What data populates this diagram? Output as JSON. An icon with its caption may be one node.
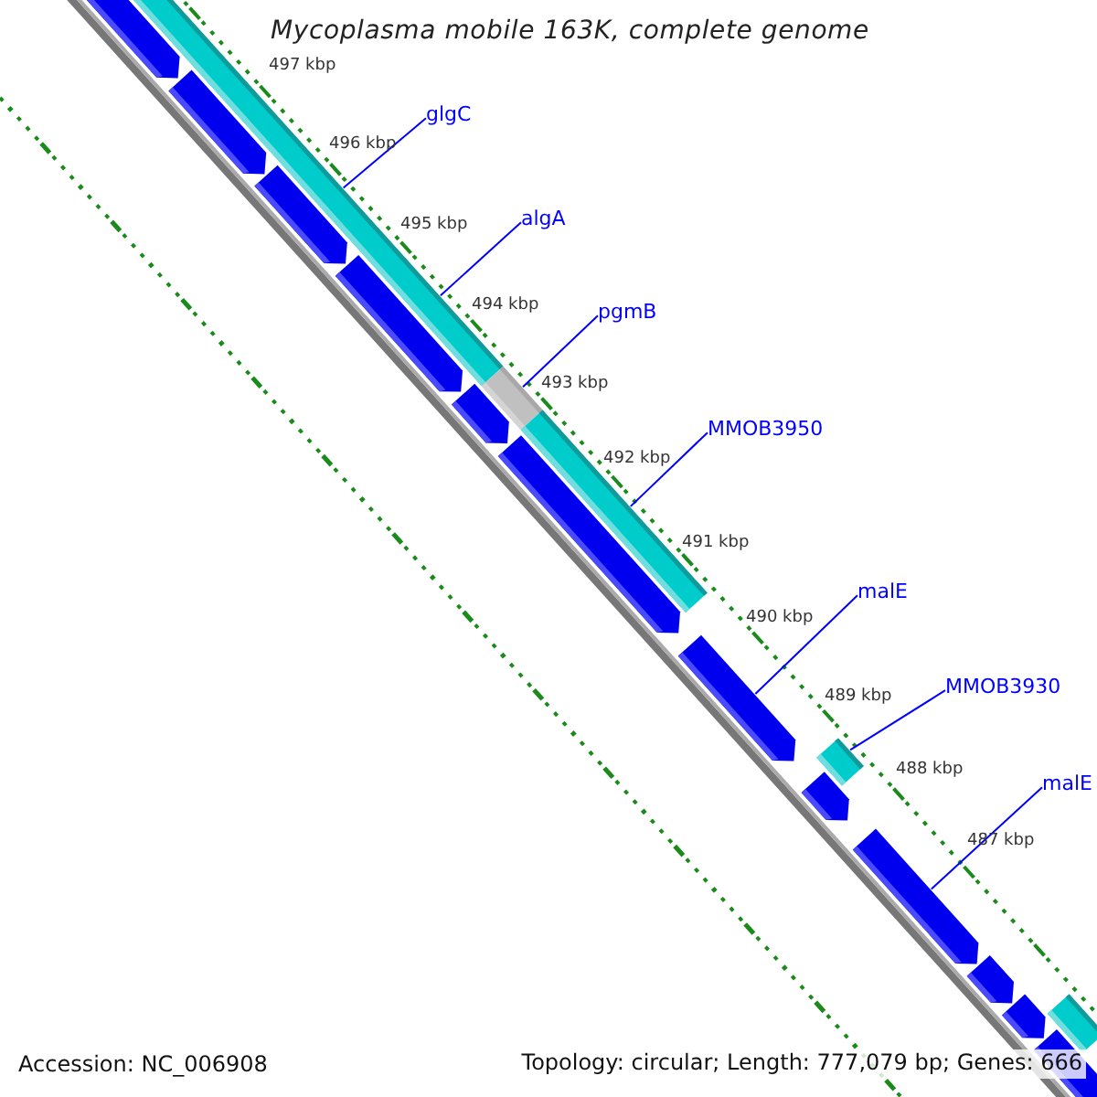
{
  "diagram": {
    "title": "Mycoplasma mobile 163K, complete genome",
    "nodes": [
      {
        "text": [
          "glgC"
        ]
      },
      {
        "text": [
          "algA"
        ]
      },
      {
        "text": [
          "pgmB"
        ]
      },
      {
        "text": [
          "MMOB3950"
        ]
      },
      {
        "text": [
          "malE"
        ]
      },
      {
        "text": [
          "MMOB3930"
        ]
      },
      {
        "text": [
          "malE"
        ]
      },
      {
        "text": [],
        "shape": "pentagon"
      },
      {
        "text": [],
        "shape": "bar"
      },
      {
        "text": [],
        "shape": "pentagon"
      },
      {
        "text": [],
        "shape": "pentagon"
      },
      {
        "text": [],
        "shape": "pentagon"
      },
      {
        "text": [],
        "shape": "pentagon"
      },
      {
        "text": [],
        "shape": "bar"
      },
      {
        "text": [],
        "shape": "bar"
      },
      {
        "text": [],
        "shape": "pentagon"
      },
      {
        "text": [],
        "shape": "pentagon"
      },
      {
        "text": [],
        "shape": "bar"
      },
      {
        "text": [],
        "shape": "pentagon"
      },
      {
        "text": [],
        "shape": "pentagon"
      },
      {
        "text": [],
        "shape": "pentagon"
      },
      {
        "text": [],
        "shape": "pentagon"
      },
      {
        "text": [],
        "shape": "bar"
      },
      {
        "text": [],
        "shape": "pentagon"
      }
    ],
    "edges": [
      {
        "from": 0,
        "to": 8,
        "arrow": "none"
      },
      {
        "from": 1,
        "to": 8,
        "arrow": "none"
      },
      {
        "from": 2,
        "to": 13,
        "arrow": "none"
      },
      {
        "from": 3,
        "to": 14,
        "arrow": "none"
      },
      {
        "from": 4,
        "to": 16,
        "arrow": "none"
      },
      {
        "from": 5,
        "to": 17,
        "arrow": "none"
      },
      {
        "from": 6,
        "to": 19,
        "arrow": "none"
      }
    ],
    "labels": [
      "497 kbp",
      "496 kbp",
      "495 kbp",
      "494 kbp",
      "493 kbp",
      "492 kbp",
      "491 kbp",
      "490 kbp",
      "489 kbp",
      "488 kbp",
      "487 kbp",
      "Accession: NC_006908",
      "Topology: circular; Length: 777,079 bp; Genes: 666"
    ]
  }
}
